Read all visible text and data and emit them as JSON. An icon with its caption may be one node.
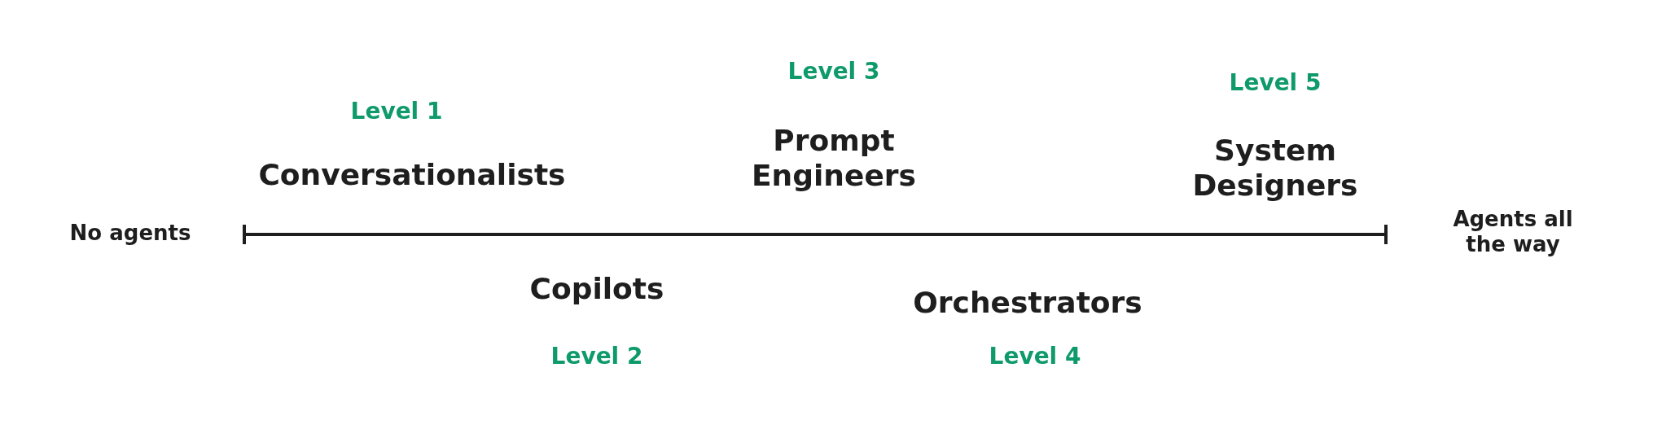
{
  "diagram": {
    "labels": [
      "No agents",
      "Level 1",
      "Conversationalists",
      "Copilots",
      "Level 2",
      "Level 3",
      "Prompt Engineers",
      "Orchestrators",
      "Level 4",
      "Level 5",
      "System Designers",
      "Agents all the way"
    ]
  }
}
